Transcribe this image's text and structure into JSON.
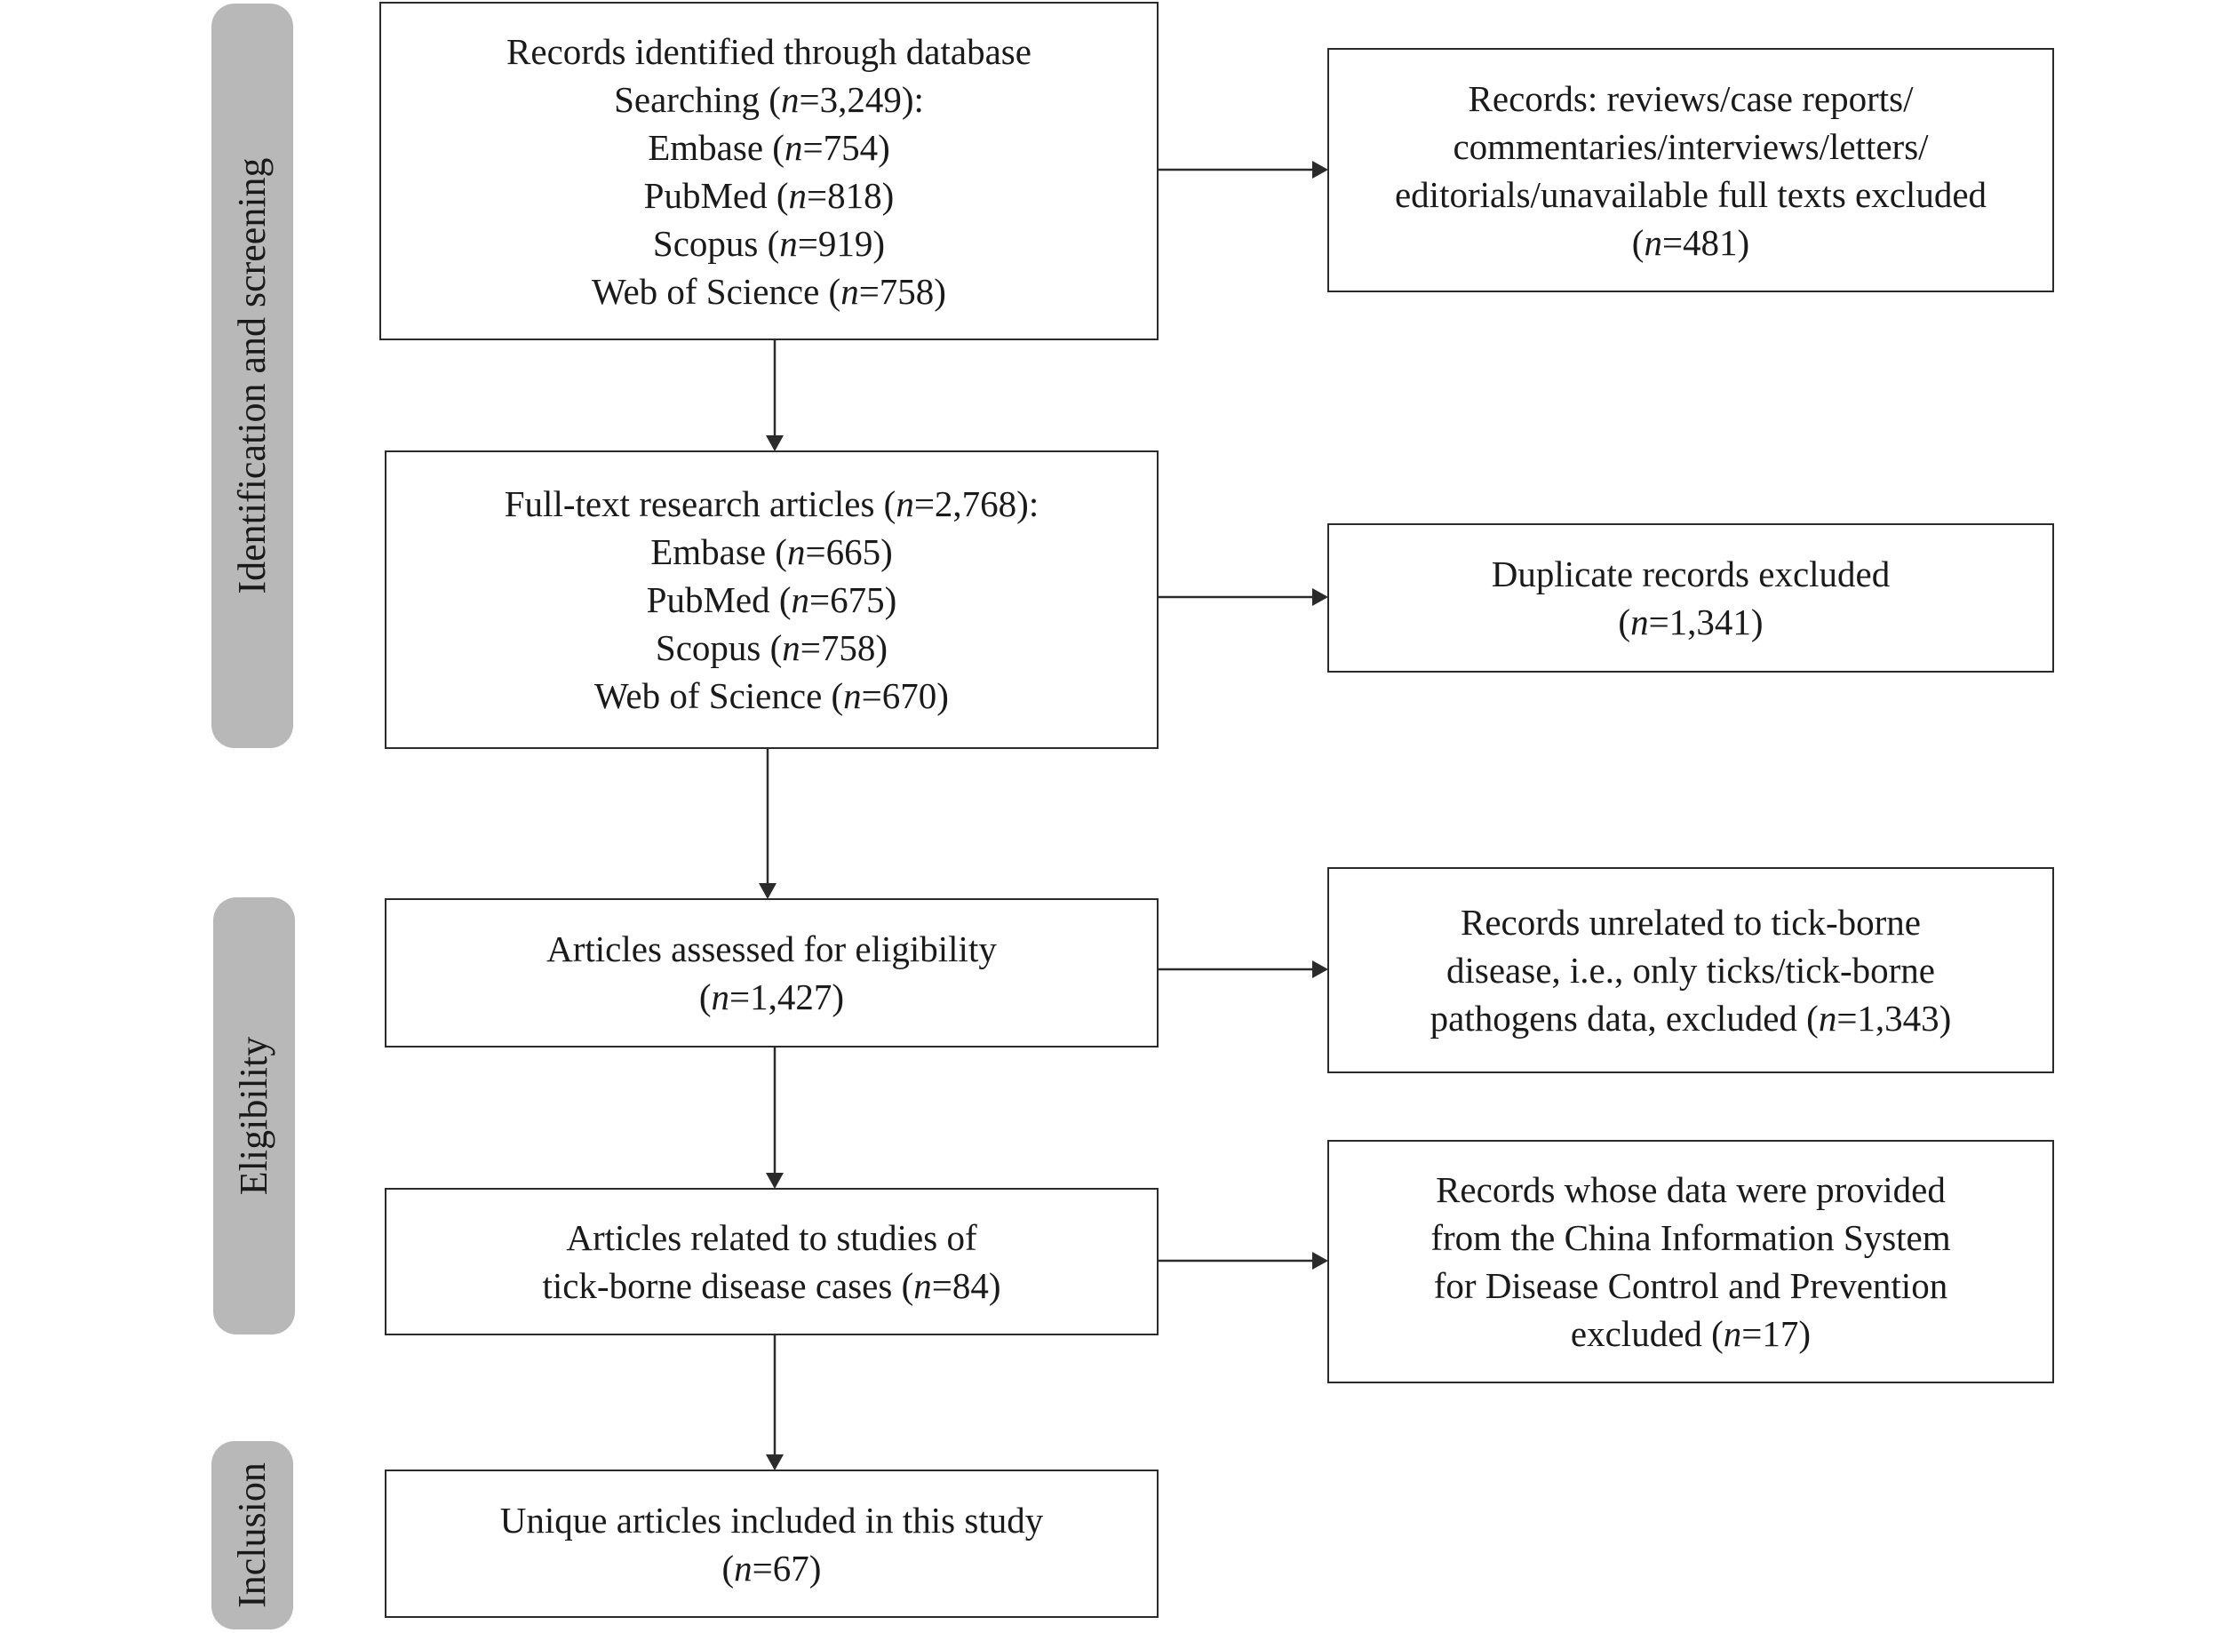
{
  "stages": {
    "identification": "Identification and screening",
    "eligibility": "Eligibility",
    "inclusion": "Inclusion"
  },
  "main_boxes": [
    {
      "id": "records-identified",
      "lines": [
        {
          "pre": "Records identified through database",
          "n": "",
          "post": ""
        },
        {
          "pre": "Searching (",
          "n": "n",
          "post": "=3,249):"
        },
        {
          "pre": "Embase (",
          "n": "n",
          "post": "=754)"
        },
        {
          "pre": "PubMed (",
          "n": "n",
          "post": "=818)"
        },
        {
          "pre": "Scopus (",
          "n": "n",
          "post": "=919)"
        },
        {
          "pre": "Web of Science (",
          "n": "n",
          "post": "=758)"
        }
      ]
    },
    {
      "id": "full-text-articles",
      "lines": [
        {
          "pre": "Full-text research articles (",
          "n": "n",
          "post": "=2,768):"
        },
        {
          "pre": "Embase (",
          "n": "n",
          "post": "=665)"
        },
        {
          "pre": "PubMed (",
          "n": "n",
          "post": "=675)"
        },
        {
          "pre": "Scopus (",
          "n": "n",
          "post": "=758)"
        },
        {
          "pre": "Web of Science (",
          "n": "n",
          "post": "=670)"
        }
      ]
    },
    {
      "id": "assessed-eligibility",
      "lines": [
        {
          "pre": "Articles assessed for eligibility",
          "n": "",
          "post": ""
        },
        {
          "pre": "(",
          "n": "n",
          "post": "=1,427)"
        }
      ]
    },
    {
      "id": "related-articles",
      "lines": [
        {
          "pre": "Articles related to studies of",
          "n": "",
          "post": ""
        },
        {
          "pre": "tick-borne disease cases (",
          "n": "n",
          "post": "=84)"
        }
      ]
    },
    {
      "id": "unique-included",
      "lines": [
        {
          "pre": "Unique articles included in this study",
          "n": "",
          "post": ""
        },
        {
          "pre": "(",
          "n": "n",
          "post": "=67)"
        }
      ]
    }
  ],
  "excluded_boxes": [
    {
      "id": "reviews-excluded",
      "lines": [
        {
          "pre": "Records: reviews/case reports/",
          "n": "",
          "post": ""
        },
        {
          "pre": "commentaries/interviews/letters/",
          "n": "",
          "post": ""
        },
        {
          "pre": "editorials/unavailable full texts excluded",
          "n": "",
          "post": ""
        },
        {
          "pre": "(",
          "n": "n",
          "post": "=481)"
        }
      ]
    },
    {
      "id": "duplicates-excluded",
      "lines": [
        {
          "pre": "Duplicate records excluded",
          "n": "",
          "post": ""
        },
        {
          "pre": "(",
          "n": "n",
          "post": "=1,341)"
        }
      ]
    },
    {
      "id": "unrelated-excluded",
      "lines": [
        {
          "pre": "Records unrelated to tick-borne",
          "n": "",
          "post": ""
        },
        {
          "pre": "disease, i.e., only ticks/tick-borne",
          "n": "",
          "post": ""
        },
        {
          "pre": "pathogens data, excluded (",
          "n": "n",
          "post": "=1,343)"
        }
      ]
    },
    {
      "id": "china-system-excluded",
      "lines": [
        {
          "pre": "Records whose data were provided",
          "n": "",
          "post": ""
        },
        {
          "pre": "from the China Information System",
          "n": "",
          "post": ""
        },
        {
          "pre": "for Disease Control and Prevention",
          "n": "",
          "post": ""
        },
        {
          "pre": "excluded (",
          "n": "n",
          "post": "=17)"
        }
      ]
    }
  ]
}
